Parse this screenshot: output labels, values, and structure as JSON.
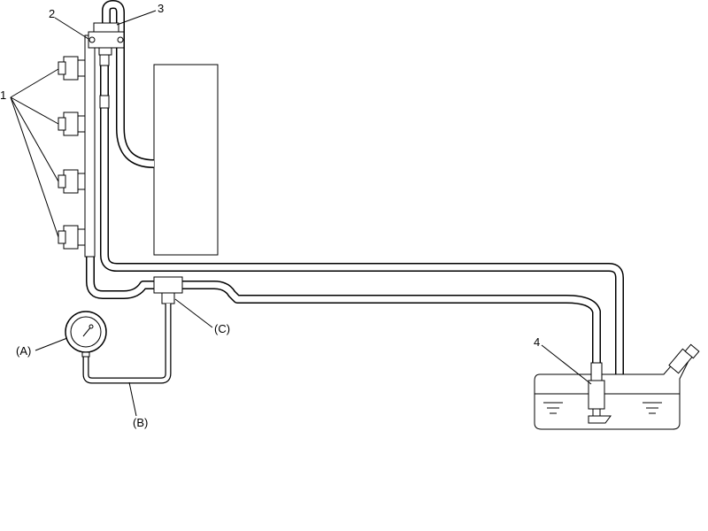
{
  "diagram": {
    "labels": {
      "injectors": "1",
      "fuel_rail": "2",
      "pressure_regulator": "3",
      "fuel_pump": "4",
      "gauge": "(A)",
      "gauge_hose": "(B)",
      "tee_joint": "(C)"
    }
  }
}
